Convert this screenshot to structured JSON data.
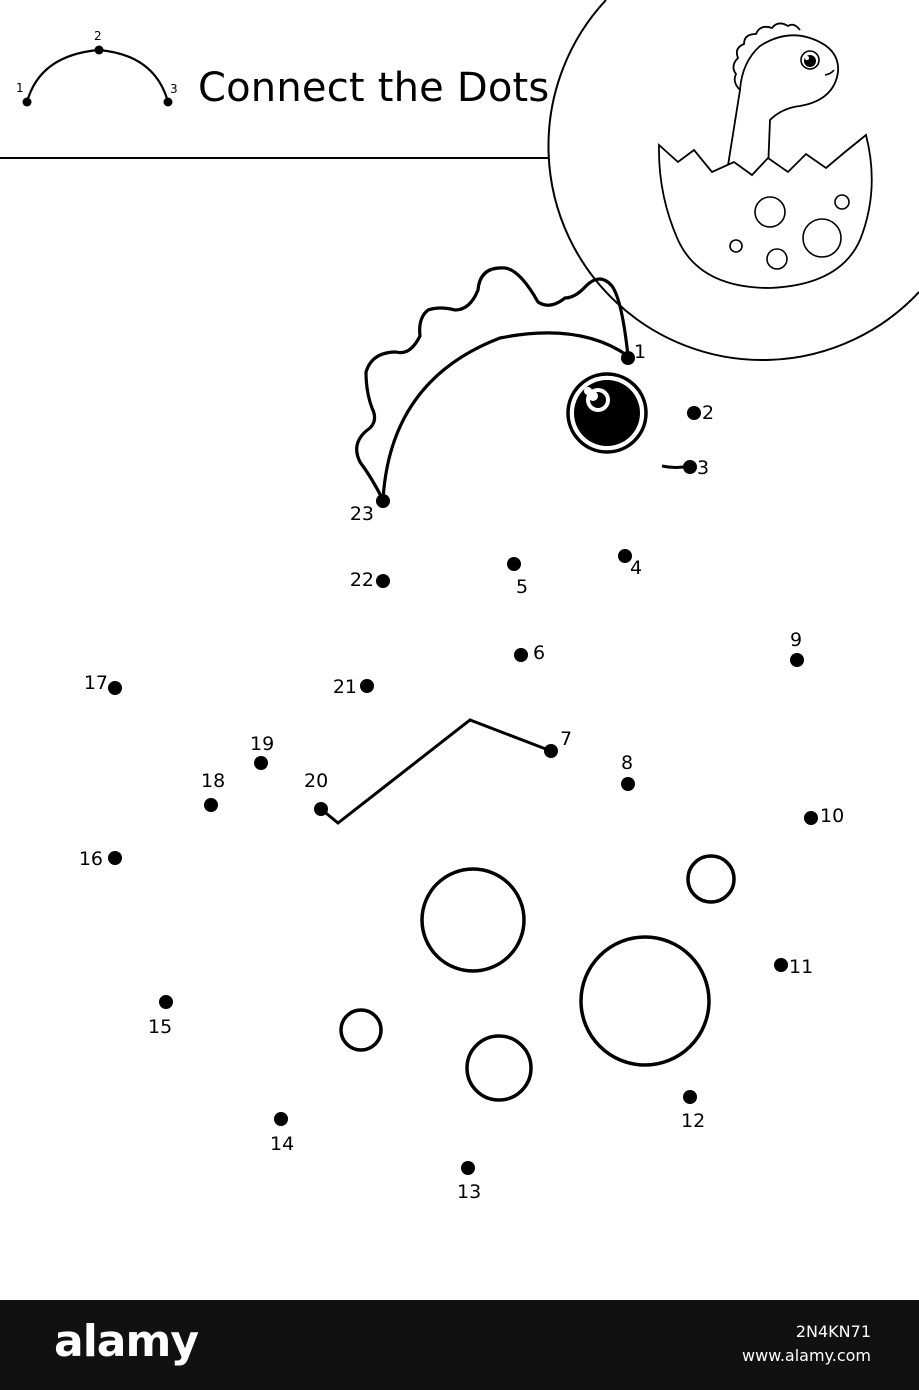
{
  "title": "Connect the Dots",
  "example": {
    "labels": [
      "1",
      "2",
      "3"
    ]
  },
  "dots": [
    {
      "label": "1"
    },
    {
      "label": "2"
    },
    {
      "label": "3"
    },
    {
      "label": "4"
    },
    {
      "label": "5"
    },
    {
      "label": "6"
    },
    {
      "label": "7"
    },
    {
      "label": "8"
    },
    {
      "label": "9"
    },
    {
      "label": "10"
    },
    {
      "label": "11"
    },
    {
      "label": "12"
    },
    {
      "label": "13"
    },
    {
      "label": "14"
    },
    {
      "label": "15"
    },
    {
      "label": "16"
    },
    {
      "label": "17"
    },
    {
      "label": "18"
    },
    {
      "label": "19"
    },
    {
      "label": "20"
    },
    {
      "label": "21"
    },
    {
      "label": "22"
    },
    {
      "label": "23"
    }
  ],
  "footer": {
    "brand": "alamy",
    "image_id": "2N4KN71",
    "url": "www.alamy.com"
  }
}
